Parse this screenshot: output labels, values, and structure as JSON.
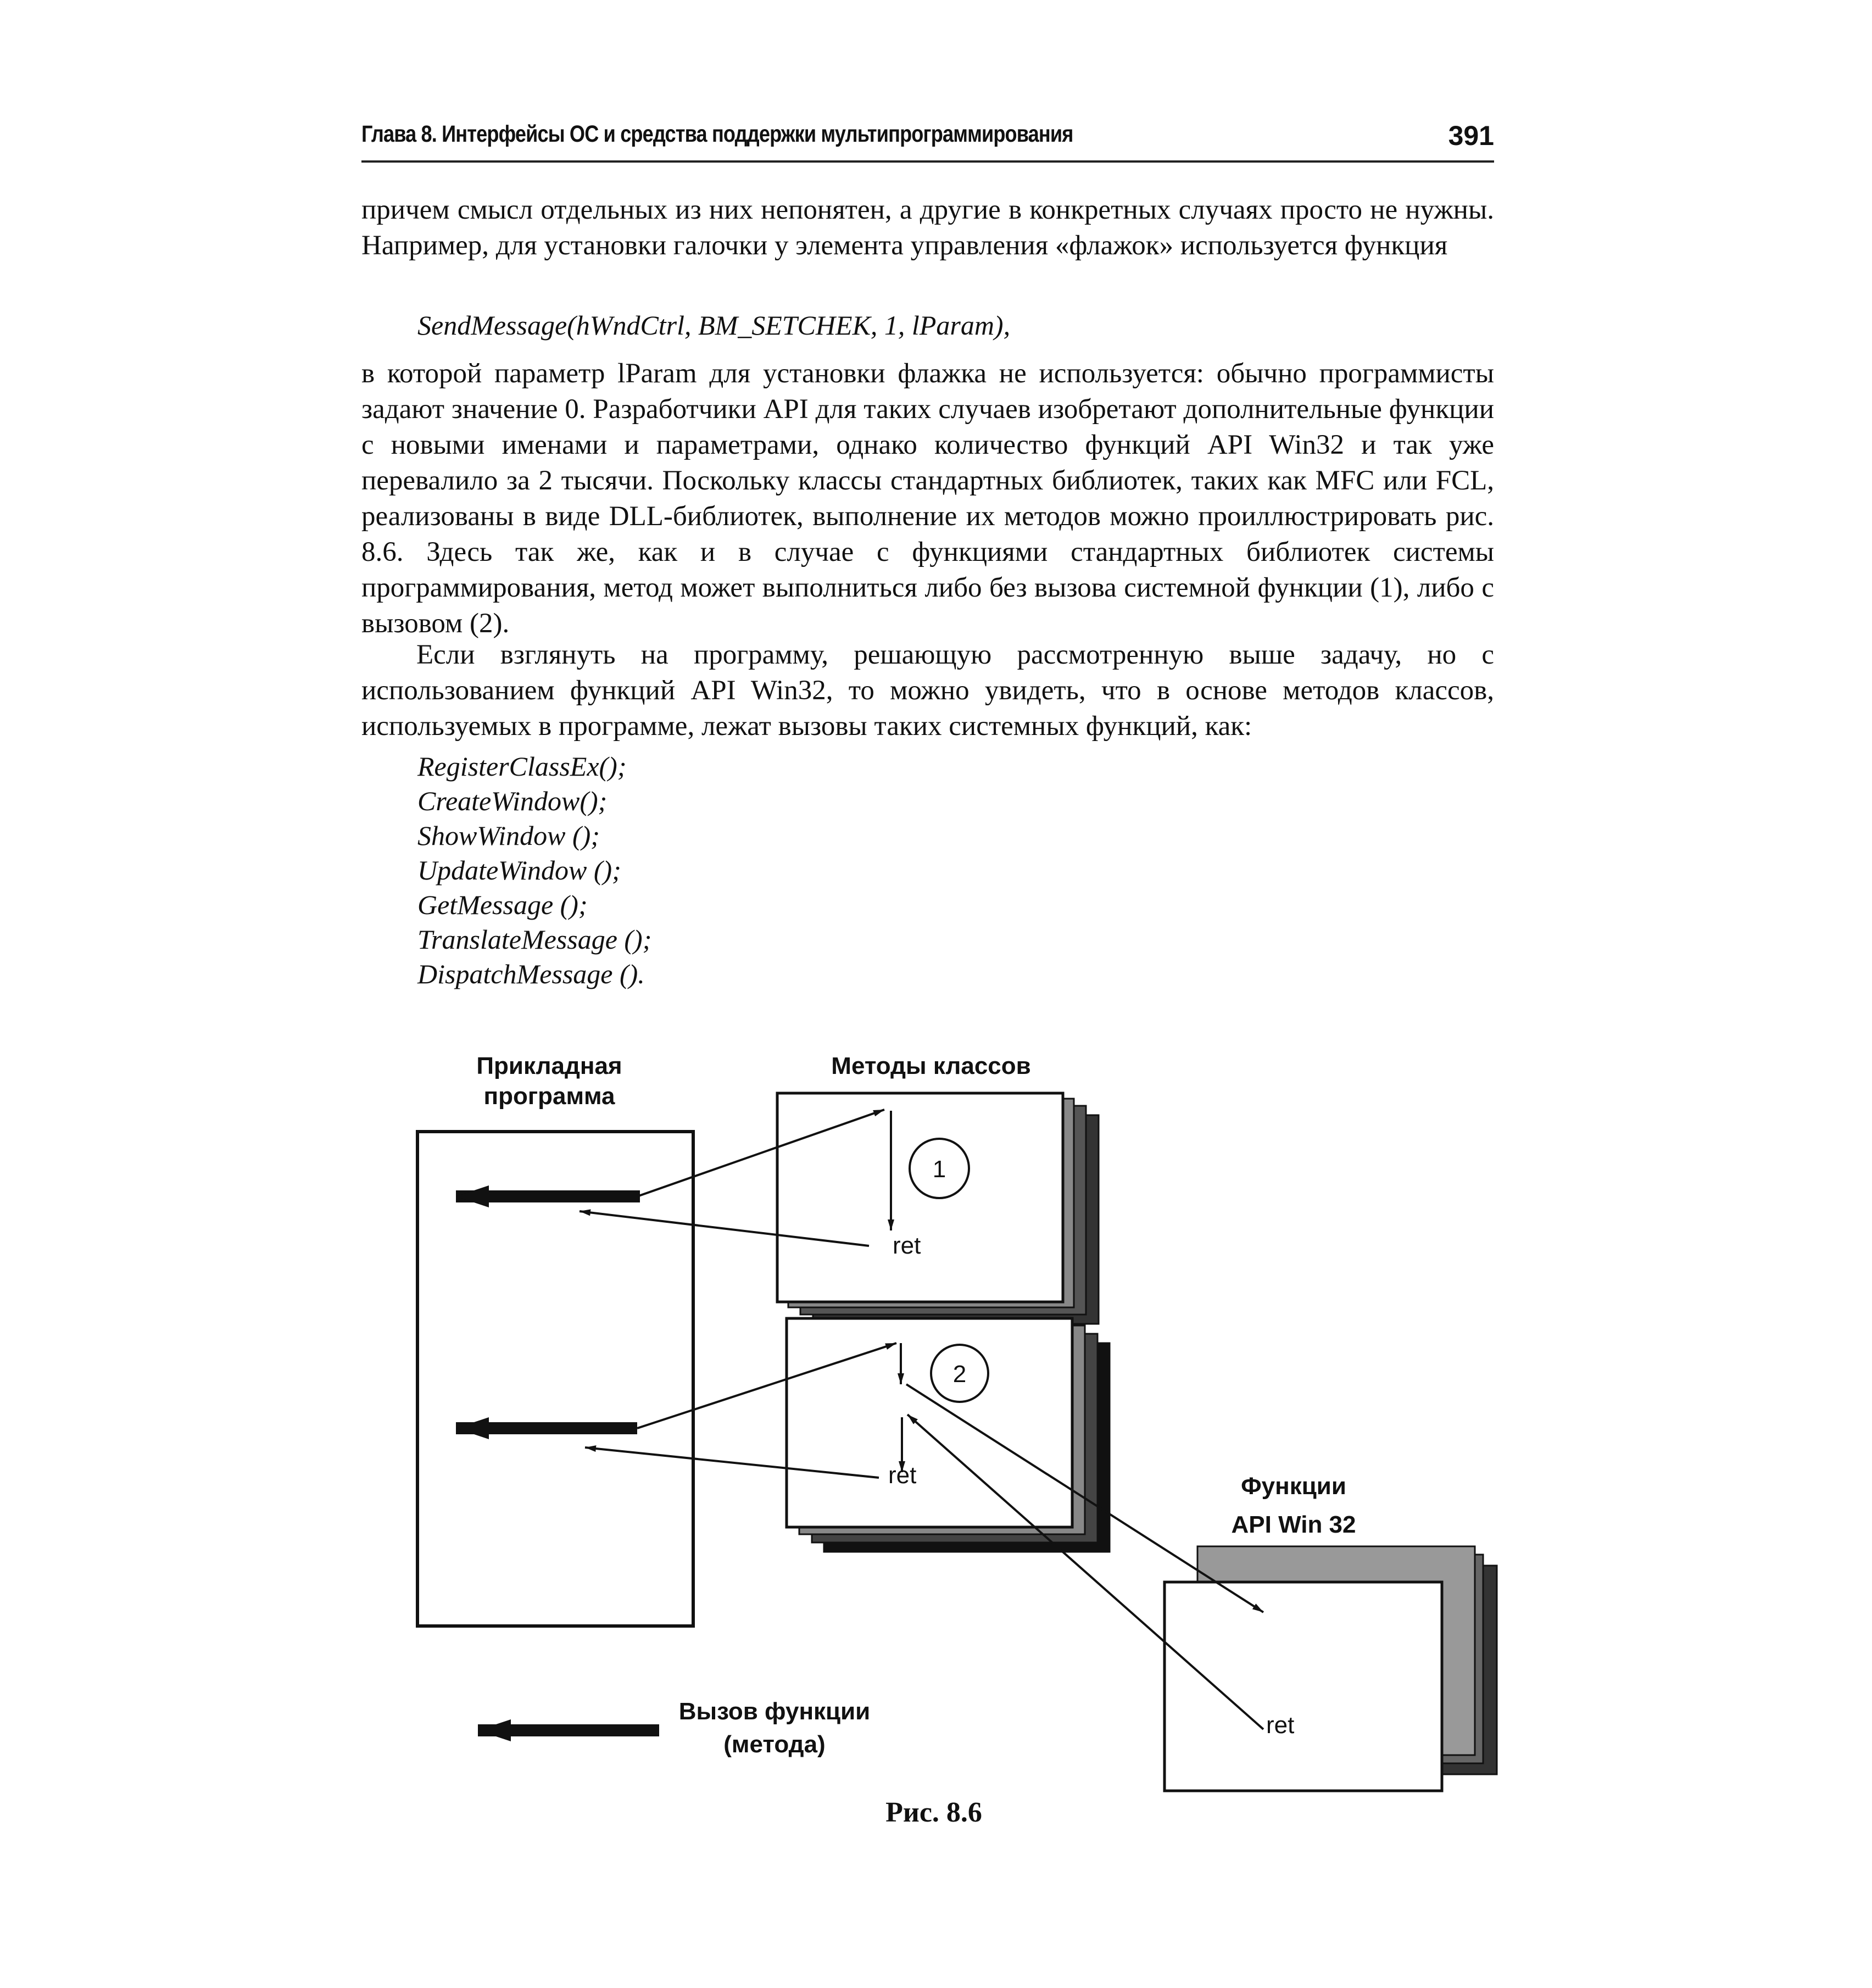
{
  "header": {
    "running_head": "Глава 8. Интерфейсы ОС и средства поддержки мультипрограммирования",
    "page_number": "391"
  },
  "paragraphs": {
    "p1": "причем смысл отдельных из них непонятен, а другие в конкретных случаях просто не нужны. Например, для установки галочки у элемента управления «флажок» используется функция",
    "code1": "SendMessage(hWndCtrl, BM_SETCHEK, 1, lParam),",
    "p2": "в которой параметр lParam для установки флажка не используется: обычно программисты задают значение 0. Разработчики API для таких случаев изобретают дополнительные функции с новыми именами и параметрами, однако количество функций API Win32 и так уже перевалило за 2 тысячи. Поскольку классы стандартных библиотек, таких как MFC или FCL, реализованы в виде DLL-библиотек, выполнение их методов можно проиллюстрировать рис. 8.6. Здесь так же, как и в случае с функциями стандартных библиотек системы программирования, метод может выполниться либо без вызова системной функции (1), либо с вызовом (2).",
    "p3": "Если взглянуть на программу, решающую рассмотренную выше задачу, но с использованием функций API Win32, то можно увидеть, что в основе методов классов, используемых в программе, лежат вызовы таких системных функций, как:"
  },
  "code_list": [
    "RegisterClassEx();",
    "CreateWindow();",
    "ShowWindow ();",
    "UpdateWindow ();",
    "GetMessage ();",
    "TranslateMessage ();",
    "DispatchMessage ()."
  ],
  "figure": {
    "label_app_line1": "Прикладная",
    "label_app_line2": "программа",
    "label_methods": "Методы классов",
    "label_api_line1": "Функции",
    "label_api_line2": "API Win 32",
    "circle1": "1",
    "circle2": "2",
    "ret": "ret",
    "legend_line1": "Вызов функции",
    "legend_line2": "(метода)",
    "caption": "Рис. 8.6"
  }
}
